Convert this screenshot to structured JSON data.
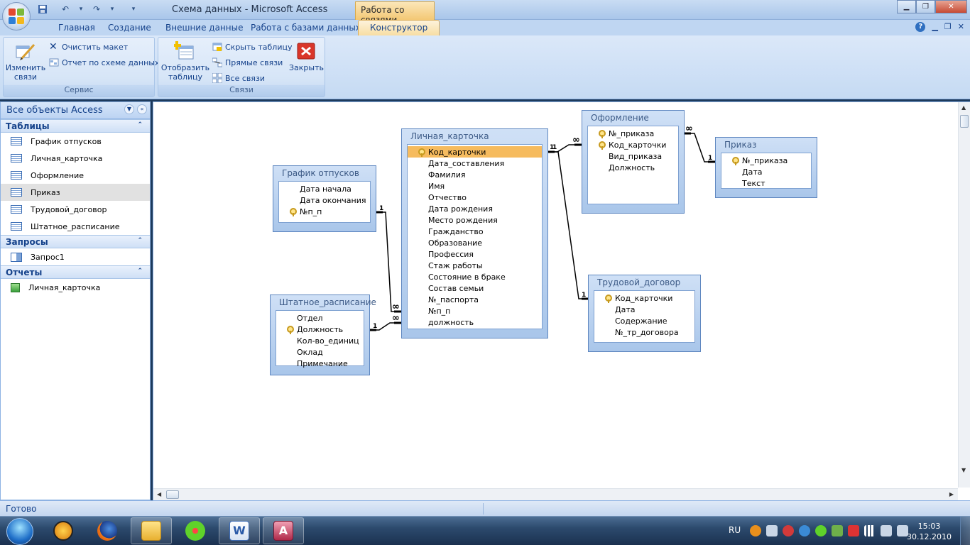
{
  "window": {
    "title": "Схема данных - Microsoft Access",
    "context_tab": "Работа со связями"
  },
  "ribbon_tabs": [
    "Главная",
    "Создание",
    "Внешние данные",
    "Работа с базами данных",
    "Конструктор"
  ],
  "ribbon": {
    "servis": {
      "label": "Сервис",
      "edit_links": "Изменить связи",
      "clear_layout": "Очистить макет",
      "report": "Отчет по схеме данных"
    },
    "links": {
      "label": "Связи",
      "show_table": "Отобразить таблицу",
      "hide_table": "Скрыть таблицу",
      "direct_links": "Прямые связи",
      "all_links": "Все связи",
      "close": "Закрыть"
    }
  },
  "nav": {
    "header": "Все объекты Access",
    "groups": [
      {
        "label": "Таблицы",
        "items": [
          "График отпусков",
          "Личная_карточка",
          "Оформление",
          "Приказ",
          "Трудовой_договор",
          "Штатное_расписание"
        ]
      },
      {
        "label": "Запросы",
        "items": [
          "Запрос1"
        ]
      },
      {
        "label": "Отчеты",
        "items": [
          "Личная_карточка"
        ]
      }
    ]
  },
  "diagram": {
    "tables": {
      "grafik": {
        "title": "График отпусков",
        "fields": [
          "Дата начала",
          "Дата окончания",
          "№п_п"
        ]
      },
      "shtat": {
        "title": "Штатное_расписание",
        "fields": [
          "Отдел",
          "Должность",
          "Кол-во_единиц",
          "Оклад",
          "Примечание"
        ]
      },
      "lichnaya": {
        "title": "Личная_карточка",
        "fields": [
          "Код_карточки",
          "Дата_составления",
          "Фамилия",
          "Имя",
          "Отчество",
          "Дата рождения",
          "Место рождения",
          "Гражданство",
          "Образование",
          "Профессия",
          "Стаж работы",
          "Состояние в браке",
          "Состав семьи",
          "№_паспорта",
          "№п_п",
          "должность"
        ]
      },
      "oformlenie": {
        "title": "Оформление",
        "fields": [
          "№_приказа",
          "Код_карточки",
          "Вид_приказа",
          "Должность"
        ]
      },
      "prikaz": {
        "title": "Приказ",
        "fields": [
          "№_приказа",
          "Дата",
          "Текст"
        ]
      },
      "trudovoy": {
        "title": "Трудовой_договор",
        "fields": [
          "Код_карточки",
          "Дата",
          "Содержание",
          "№_тр_договора"
        ]
      }
    },
    "rel_labels": {
      "one": "1",
      "many": "∞"
    }
  },
  "status": {
    "text": "Готово"
  },
  "taskbar": {
    "lang": "RU",
    "time": "15:03",
    "date": "30.12.2010"
  }
}
